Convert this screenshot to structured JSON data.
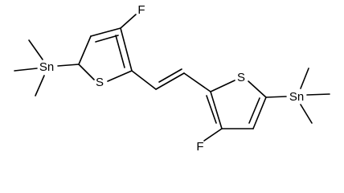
{
  "molecule": {
    "atoms": {
      "fluorine_left": "F",
      "sulfur_left": "S",
      "tin_left": "Sn",
      "sulfur_right": "S",
      "fluorine_right": "F",
      "tin_right": "Sn"
    },
    "colors": {
      "bond": "#000000",
      "text": "#000000",
      "background": "#ffffff"
    }
  }
}
